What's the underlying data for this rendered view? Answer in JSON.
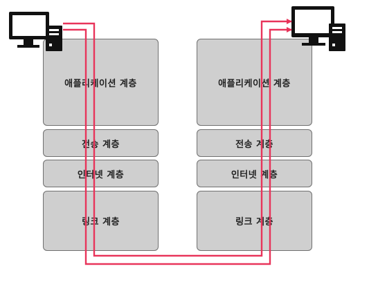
{
  "diagram": {
    "left_stack": {
      "layers": [
        {
          "label": "애플리케이션 계층"
        },
        {
          "label": "전송 계층"
        },
        {
          "label": "인터넷 계층"
        },
        {
          "label": "링크 계층"
        }
      ]
    },
    "right_stack": {
      "layers": [
        {
          "label": "애플리케이션 계층"
        },
        {
          "label": "전송 계층"
        },
        {
          "label": "인터넷 계층"
        },
        {
          "label": "링크 계층"
        }
      ]
    },
    "colors": {
      "layer_fill": "#cfcfcf",
      "layer_border": "#6f6f6f",
      "path_line": "#e8345a",
      "computer": "#111111"
    },
    "icons": [
      "desktop-computer-icon",
      "desktop-computer-icon"
    ]
  }
}
